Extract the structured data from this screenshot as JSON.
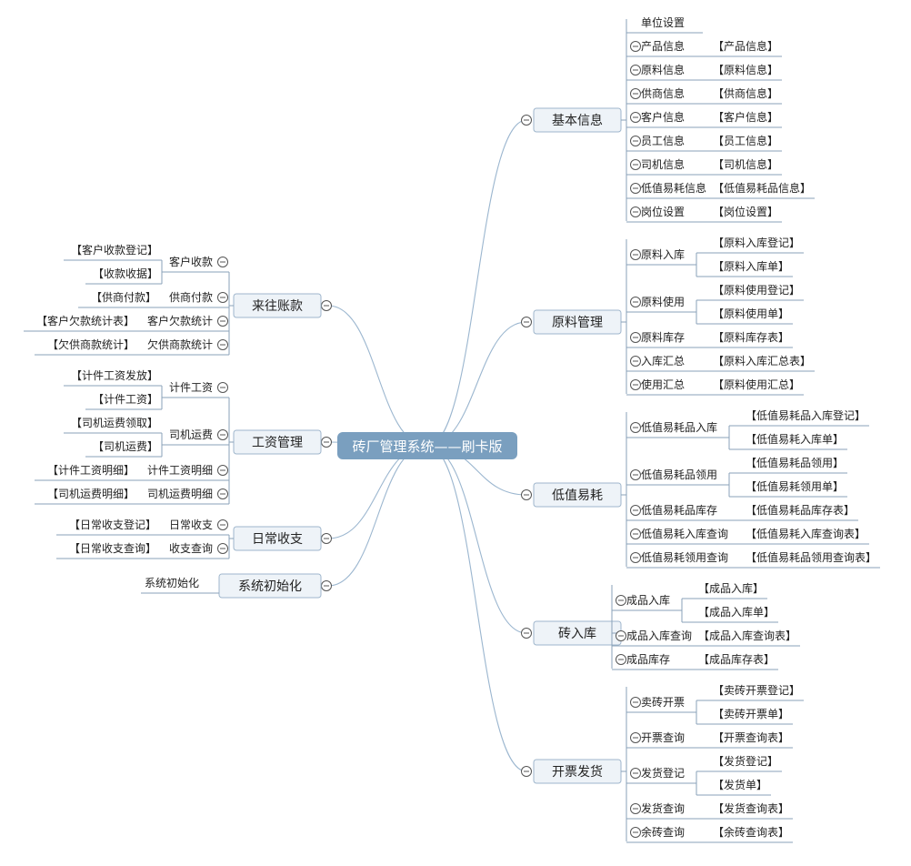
{
  "mindmap": {
    "root": "砖厂管理系统——刷卡版",
    "right": [
      {
        "label": "基本信息",
        "children": [
          {
            "label": "单位设置",
            "collapsible": false,
            "children": []
          },
          {
            "label": "产品信息",
            "children": [
              "【产品信息】"
            ]
          },
          {
            "label": "原料信息",
            "children": [
              "【原料信息】"
            ]
          },
          {
            "label": "供商信息",
            "children": [
              "【供商信息】"
            ]
          },
          {
            "label": "客户信息",
            "children": [
              "【客户信息】"
            ]
          },
          {
            "label": "员工信息",
            "children": [
              "【员工信息】"
            ]
          },
          {
            "label": "司机信息",
            "children": [
              "【司机信息】"
            ]
          },
          {
            "label": "低值易耗信息",
            "children": [
              "【低值易耗品信息】"
            ]
          },
          {
            "label": "岗位设置",
            "children": [
              "【岗位设置】"
            ]
          }
        ]
      },
      {
        "label": "原料管理",
        "children": [
          {
            "label": "原料入库",
            "children": [
              "【原料入库登记】",
              "【原料入库单】"
            ]
          },
          {
            "label": "原料使用",
            "children": [
              "【原料使用登记】",
              "【原料使用单】"
            ]
          },
          {
            "label": "原料库存",
            "children": [
              "【原料库存表】"
            ]
          },
          {
            "label": "入库汇总",
            "children": [
              "【原料入库汇总表】"
            ]
          },
          {
            "label": "使用汇总",
            "children": [
              "【原料使用汇总】"
            ]
          }
        ]
      },
      {
        "label": "低值易耗",
        "children": [
          {
            "label": "低值易耗品入库",
            "children": [
              "【低值易耗品入库登记】",
              "【低值易耗入库单】"
            ]
          },
          {
            "label": "低值易耗品领用",
            "children": [
              "【低值易耗品领用】",
              "【低值易耗领用单】"
            ]
          },
          {
            "label": "低值易耗品库存",
            "children": [
              "【低值易耗品库存表】"
            ]
          },
          {
            "label": "低值易耗入库查询",
            "children": [
              "【低值易耗入库查询表】"
            ]
          },
          {
            "label": "低值易耗领用查询",
            "children": [
              "【低值易耗品领用查询表】"
            ]
          }
        ]
      },
      {
        "label": "砖入库",
        "children": [
          {
            "label": "成品入库",
            "children": [
              "【成品入库】",
              "【成品入库单】"
            ]
          },
          {
            "label": "成品入库查询",
            "children": [
              "【成品入库查询表】"
            ]
          },
          {
            "label": "成品库存",
            "children": [
              "【成品库存表】"
            ]
          }
        ]
      },
      {
        "label": "开票发货",
        "children": [
          {
            "label": "卖砖开票",
            "children": [
              "【卖砖开票登记】",
              "【卖砖开票单】"
            ]
          },
          {
            "label": "开票查询",
            "children": [
              "【开票查询表】"
            ]
          },
          {
            "label": "发货登记",
            "children": [
              "【发货登记】",
              "【发货单】"
            ]
          },
          {
            "label": "发货查询",
            "children": [
              "【发货查询表】"
            ]
          },
          {
            "label": "余砖查询",
            "children": [
              "【余砖查询表】"
            ]
          }
        ]
      }
    ],
    "left": [
      {
        "label": "来往账款",
        "children": [
          {
            "label": "客户收款",
            "children": [
              "【客户收款登记】",
              "【收款收据】"
            ]
          },
          {
            "label": "供商付款",
            "children": [
              "【供商付款】"
            ]
          },
          {
            "label": "客户欠款统计",
            "children": [
              "【客户欠款统计表】"
            ]
          },
          {
            "label": "欠供商款统计",
            "children": [
              "【欠供商款统计】"
            ]
          }
        ]
      },
      {
        "label": "工资管理",
        "children": [
          {
            "label": "计件工资",
            "children": [
              "【计件工资发放】",
              "【计件工资】"
            ]
          },
          {
            "label": "司机运费",
            "children": [
              "【司机运费领取】",
              "【司机运费】"
            ]
          },
          {
            "label": "计件工资明细",
            "children": [
              "【计件工资明细】"
            ]
          },
          {
            "label": "司机运费明细",
            "children": [
              "【司机运费明细】"
            ]
          }
        ]
      },
      {
        "label": "日常收支",
        "children": [
          {
            "label": "日常收支",
            "children": [
              "【日常收支登记】"
            ]
          },
          {
            "label": "收支查询",
            "children": [
              "【日常收支查询】"
            ]
          }
        ]
      },
      {
        "label": "系统初始化",
        "children": [
          {
            "label": "系统初始化",
            "collapsible": false,
            "children": []
          }
        ]
      }
    ]
  },
  "colors": {
    "root_fill": "#7a9fbf",
    "branch_fill": "#eef3f8",
    "branch_stroke": "#9fb6cc",
    "line": "#9bb6cf",
    "underline": "#8aa2b8",
    "toggle_stroke": "#555555"
  }
}
